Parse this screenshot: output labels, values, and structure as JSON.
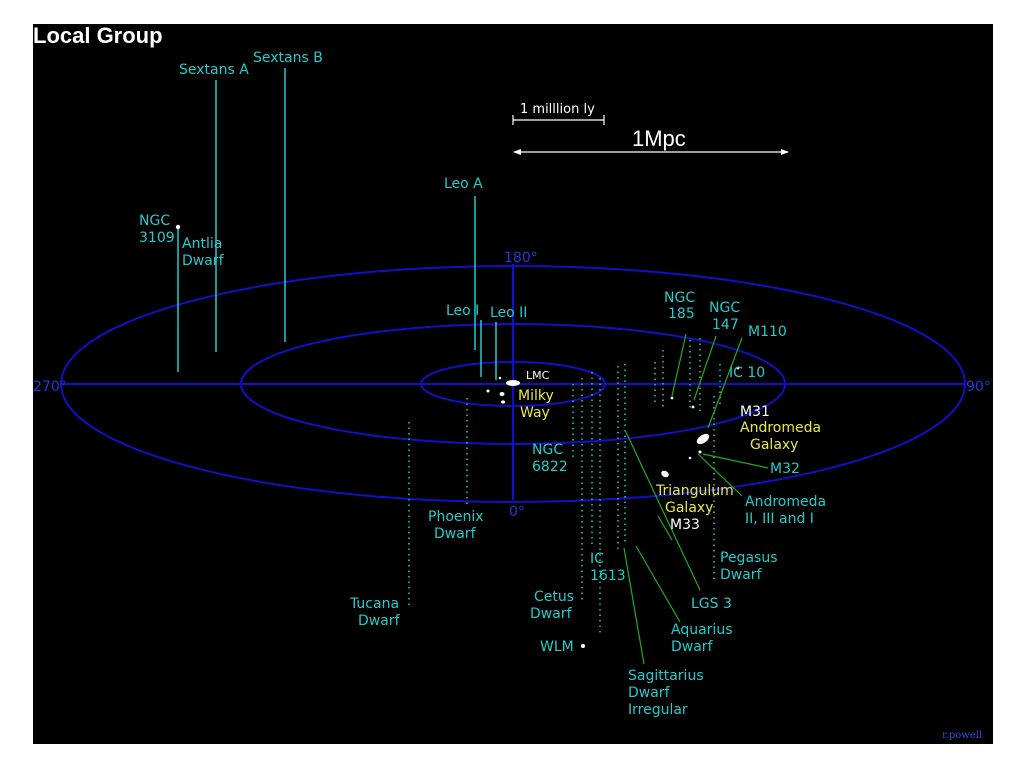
{
  "title": "Local Group",
  "scale": {
    "ly_label": "1 milllion ly",
    "mpc_label": "1Mpc"
  },
  "angles": {
    "a180": "180°",
    "a270": "270°",
    "a90": "90°",
    "a0": "0°"
  },
  "labels": {
    "sextans_a": "Sextans A",
    "sextans_b": "Sextans B",
    "leo_a": "Leo A",
    "ngc3109_l1": "NGC",
    "ngc3109_l2": "3109",
    "antlia_l1": "Antlia",
    "antlia_l2": "Dwarf",
    "leo_i": "Leo I",
    "leo_ii": "Leo II",
    "lmc": "LMC",
    "milky_l1": "Milky",
    "milky_l2": "Way",
    "ngc185_l1": "NGC",
    "ngc185_l2": "185",
    "ngc147_l1": "NGC",
    "ngc147_l2": "147",
    "m110": "M110",
    "ic10": "IC 10",
    "m31": "M31",
    "andromeda_l1": "Andromeda",
    "andromeda_l2": "Galaxy",
    "m32": "M32",
    "ngc6822_l1": "NGC",
    "ngc6822_l2": "6822",
    "phoenix_l1": "Phoenix",
    "phoenix_l2": "Dwarf",
    "triangulum_l1": "Triangulum",
    "triangulum_l2": "Galaxy",
    "m33": "M33",
    "andii_l1": "Andromeda",
    "andii_l2": "II, III and I",
    "ic1613_l1": "IC",
    "ic1613_l2": "1613",
    "pegasus_l1": "Pegasus",
    "pegasus_l2": "Dwarf",
    "tucana_l1": "Tucana",
    "tucana_l2": "Dwarf",
    "cetus_l1": "Cetus",
    "cetus_l2": "Dwarf",
    "lgs3": "LGS 3",
    "aquarius_l1": "Aquarius",
    "aquarius_l2": "Dwarf",
    "wlm": "WLM",
    "sag_l1": "Sagittarius",
    "sag_l2": "Dwarf",
    "sag_l3": "Irregular"
  },
  "credit": "r.powell",
  "colors": {
    "background": "#000000",
    "rings": "#1010c8",
    "labels": "#22cccc",
    "highlight_labels": "#e8e84a",
    "galaxies": "#ffffff",
    "pointers": "#22aa22"
  }
}
